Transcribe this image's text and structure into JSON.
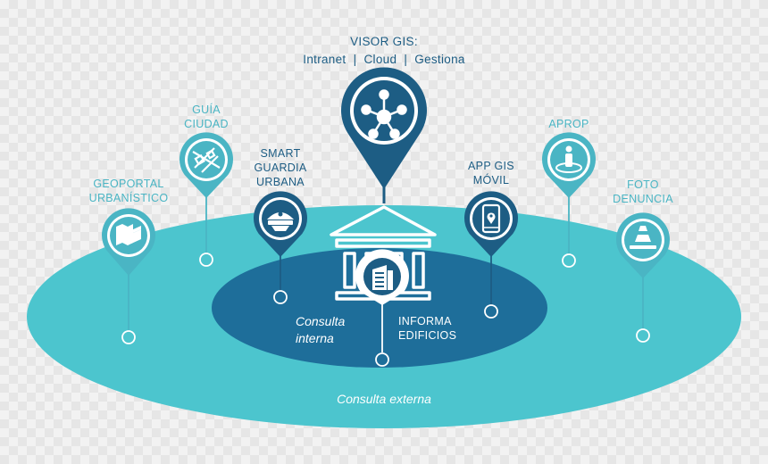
{
  "visor": {
    "title": "VISOR GIS:",
    "subtitle": "Intranet  |  Cloud  |  Gestiona",
    "icon": "network-icon"
  },
  "nodes": {
    "geoportal": {
      "line1": "GEOPORTAL",
      "line2": "URBANÍSTICO",
      "icon": "map-layers-icon"
    },
    "guia": {
      "line1": "GUÍA",
      "line2": "CIUDAD",
      "icon": "city-map-icon"
    },
    "smart": {
      "line1": "SMART",
      "line2": "GUARDIA",
      "line3": "URBANA",
      "icon": "police-cap-icon"
    },
    "app": {
      "line1": "APP GIS",
      "line2": "MÓVIL",
      "icon": "mobile-location-icon"
    },
    "aprop": {
      "line1": "APROP",
      "icon": "person-location-icon"
    },
    "foto": {
      "line1": "FOTO",
      "line2": "DENUNCIA",
      "icon": "traffic-cone-icon"
    },
    "informa": {
      "line1": "INFORMA",
      "line2": "EDIFICIOS",
      "icon": "building-icon"
    }
  },
  "zones": {
    "internal_line1": "Consulta",
    "internal_line2": "interna",
    "external": "Consulta externa"
  },
  "center_icon": "city-hall-icon",
  "colors": {
    "outer_ellipse": "#4cc5ce",
    "inner_ellipse": "#1e6e9a",
    "navy": "#1d5d84",
    "teal": "#4ab5c4",
    "white": "#ffffff"
  }
}
